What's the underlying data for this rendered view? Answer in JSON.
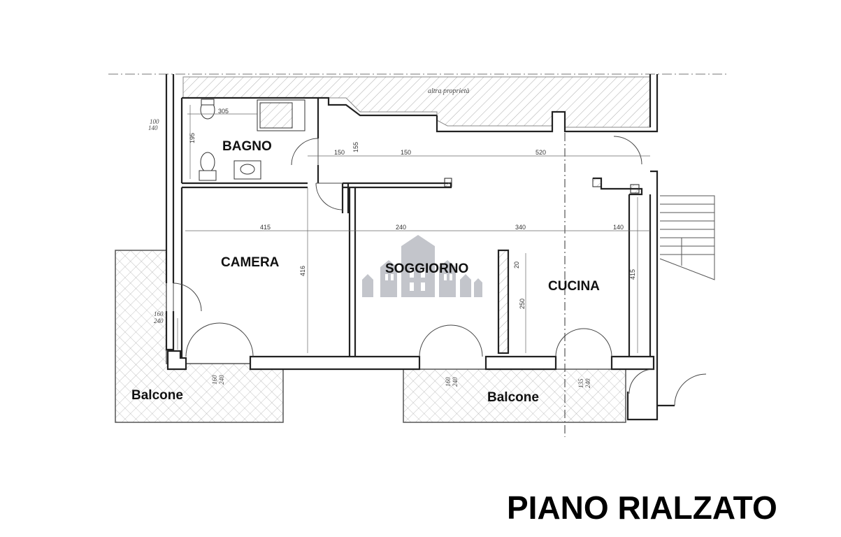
{
  "title": "PIANO RIALZATO",
  "note": "altra proprietà",
  "rooms": {
    "bagno": "BAGNO",
    "camera": "CAMERA",
    "soggiorno": "SOGGIORNO",
    "cucina": "CUCINA",
    "balcone_left": "Balcone",
    "balcone_right": "Balcone"
  },
  "dimensions": {
    "bagno_width": "305",
    "bagno_height": "195",
    "window_top": "100",
    "window_bottom": "140",
    "corridor_1": "150",
    "corridor_2": "155",
    "corridor_3": "150",
    "corridor_4": "520",
    "camera_width": "415",
    "soggiorno_width": "240",
    "soggiorno_width_2": "340",
    "cucina_width": "140",
    "camera_height": "416",
    "cucina_height": "415",
    "pillar_depth": "20",
    "pillar_height": "250",
    "door_left_top": "160",
    "door_left_bottom": "240",
    "door_camera_top": "160",
    "door_camera_bottom": "240",
    "door_soggiorno_top": "160",
    "door_soggiorno_bottom": "240",
    "door_cucina_top": "135",
    "door_cucina_bottom": "240"
  }
}
